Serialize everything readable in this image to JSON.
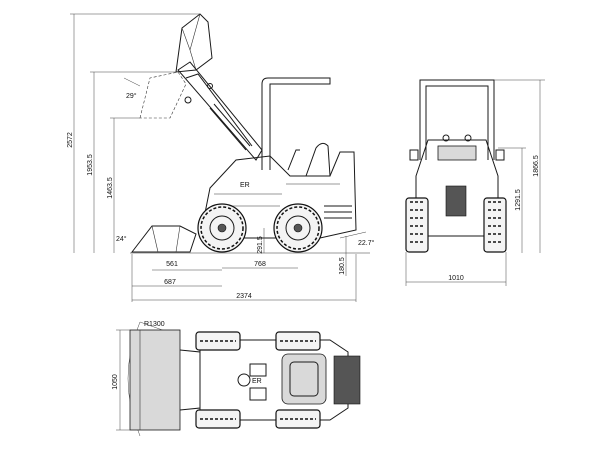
{
  "side_view": {
    "dim_overall_height": "2572",
    "dim_hinge_height": "1953.5",
    "dim_dump_height": "1463.5",
    "dim_dump_angle": "29°",
    "dim_rollback_angle": "24°",
    "dim_departure_angle": "22.7°",
    "dim_wheelbase": "768",
    "dim_ground_clearance": "180.5",
    "dim_axle_height": "291.5",
    "dim_reach_front_axle": "561",
    "dim_bucket_reach": "687",
    "dim_overall_length": "2374"
  },
  "front_view": {
    "dim_rops_height": "1866.5",
    "dim_cab_height": "1291.5",
    "dim_width": "1010"
  },
  "top_view": {
    "dim_bucket_width": "1050",
    "dim_turn_radius": "R1300"
  }
}
